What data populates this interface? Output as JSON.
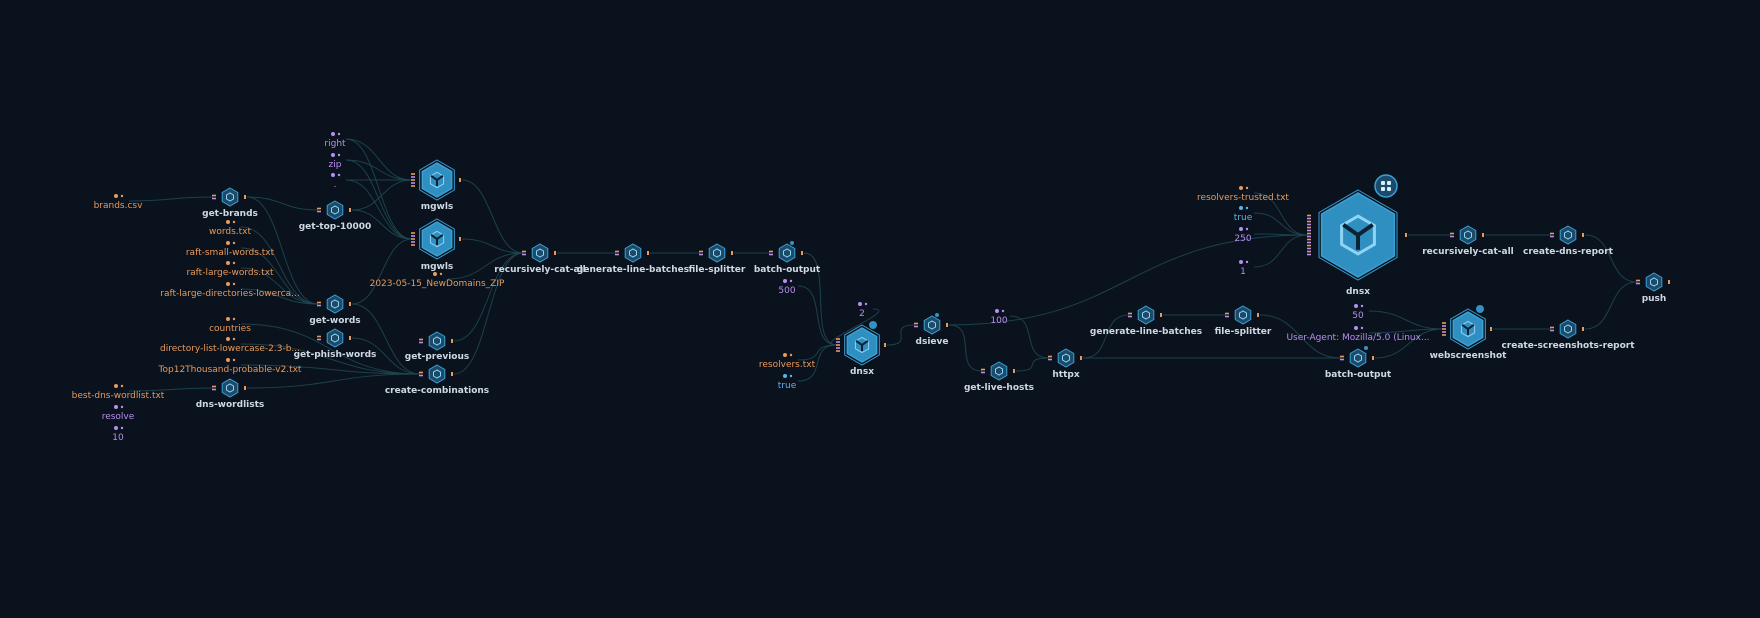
{
  "workflow": {
    "nodes": [
      {
        "id": "get-brands",
        "label": "get-brands",
        "icon": "tool-icon"
      },
      {
        "id": "get-top-10000",
        "label": "get-top-10000",
        "icon": "tool-icon"
      },
      {
        "id": "mgwls-1",
        "label": "mgwls",
        "icon": "module-icon"
      },
      {
        "id": "mgwls-2",
        "label": "mgwls",
        "icon": "module-icon"
      },
      {
        "id": "get-words",
        "label": "get-words",
        "icon": "tool-icon"
      },
      {
        "id": "get-phish-words",
        "label": "get-phish-words",
        "icon": "tool-icon"
      },
      {
        "id": "get-previous",
        "label": "get-previous",
        "icon": "tool-icon"
      },
      {
        "id": "create-combinations",
        "label": "create-combinations",
        "icon": "tool-icon"
      },
      {
        "id": "dns-wordlists",
        "label": "dns-wordlists",
        "icon": "tool-icon"
      },
      {
        "id": "recursively-cat-all-1",
        "label": "recursively-cat-all",
        "icon": "tool-icon"
      },
      {
        "id": "generate-line-batches-1",
        "label": "generate-line-batches",
        "icon": "tool-icon"
      },
      {
        "id": "file-splitter-1",
        "label": "file-splitter",
        "icon": "tool-icon"
      },
      {
        "id": "batch-output-1",
        "label": "batch-output",
        "icon": "tool-icon"
      },
      {
        "id": "dnsx-1",
        "label": "dnsx",
        "icon": "module-icon"
      },
      {
        "id": "dsieve",
        "label": "dsieve",
        "icon": "module-icon"
      },
      {
        "id": "get-live-hosts",
        "label": "get-live-hosts",
        "icon": "tool-icon"
      },
      {
        "id": "httpx",
        "label": "httpx",
        "icon": "tool-icon"
      },
      {
        "id": "generate-line-batches-2",
        "label": "generate-line-batches",
        "icon": "tool-icon"
      },
      {
        "id": "file-splitter-2",
        "label": "file-splitter",
        "icon": "tool-icon"
      },
      {
        "id": "batch-output-2",
        "label": "batch-output",
        "icon": "tool-icon"
      },
      {
        "id": "webscreenshot",
        "label": "webscreenshot",
        "icon": "module-icon"
      },
      {
        "id": "dnsx-2",
        "label": "dnsx",
        "icon": "module-icon"
      },
      {
        "id": "recursively-cat-all-2",
        "label": "recursively-cat-all",
        "icon": "tool-icon"
      },
      {
        "id": "create-dns-report",
        "label": "create-dns-report",
        "icon": "tool-icon"
      },
      {
        "id": "create-screenshots-report",
        "label": "create-screenshots-report",
        "icon": "tool-icon"
      },
      {
        "id": "push",
        "label": "push",
        "icon": "tool-icon"
      }
    ],
    "inputs": [
      {
        "id": "in-brands",
        "value": "brands.csv",
        "kind": "file"
      },
      {
        "id": "in-right",
        "value": "right",
        "kind": "param"
      },
      {
        "id": "in-zip",
        "value": "zip",
        "kind": "param"
      },
      {
        "id": "in-dot",
        "value": ".",
        "kind": "param"
      },
      {
        "id": "in-words",
        "value": "words.txt",
        "kind": "file"
      },
      {
        "id": "in-raft-small",
        "value": "raft-small-words.txt",
        "kind": "file"
      },
      {
        "id": "in-raft-large",
        "value": "raft-large-words.txt",
        "kind": "file"
      },
      {
        "id": "in-raft-dirs",
        "value": "raft-large-directories-lowerca...",
        "kind": "file"
      },
      {
        "id": "in-newdomains",
        "value": "2023-05-15_NewDomains_ZIP",
        "kind": "file"
      },
      {
        "id": "in-countries",
        "value": "countries",
        "kind": "file"
      },
      {
        "id": "in-dirlist",
        "value": "directory-list-lowercase-2.3-b...",
        "kind": "file"
      },
      {
        "id": "in-top12k",
        "value": "Top12Thousand-probable-v2.txt",
        "kind": "file"
      },
      {
        "id": "in-bestdns",
        "value": "best-dns-wordlist.txt",
        "kind": "file"
      },
      {
        "id": "in-resolve",
        "value": "resolve",
        "kind": "param"
      },
      {
        "id": "in-10",
        "value": "10",
        "kind": "param"
      },
      {
        "id": "in-500",
        "value": "500",
        "kind": "param"
      },
      {
        "id": "in-2",
        "value": "2",
        "kind": "param"
      },
      {
        "id": "in-resolvers",
        "value": "resolvers.txt",
        "kind": "file"
      },
      {
        "id": "in-true-1",
        "value": "true",
        "kind": "bool"
      },
      {
        "id": "in-100",
        "value": "100",
        "kind": "param"
      },
      {
        "id": "in-trusted",
        "value": "resolvers-trusted.txt",
        "kind": "file"
      },
      {
        "id": "in-true-2",
        "value": "true",
        "kind": "bool"
      },
      {
        "id": "in-250",
        "value": "250",
        "kind": "param"
      },
      {
        "id": "in-1",
        "value": "1",
        "kind": "param"
      },
      {
        "id": "in-50",
        "value": "50",
        "kind": "param"
      },
      {
        "id": "in-useragent",
        "value": "User-Agent: Mozilla/5.0 (Linux...",
        "kind": "param"
      }
    ]
  },
  "colors": {
    "background": "#0a121d",
    "node_fill": "#1b4b68",
    "node_stroke": "#3aa0d6",
    "node_icon": "#8fd3f5",
    "edge": "#1f4a52",
    "file_value": "#e99a5a",
    "param_value": "#b98ef0",
    "bool_value": "#5ab4f0"
  }
}
